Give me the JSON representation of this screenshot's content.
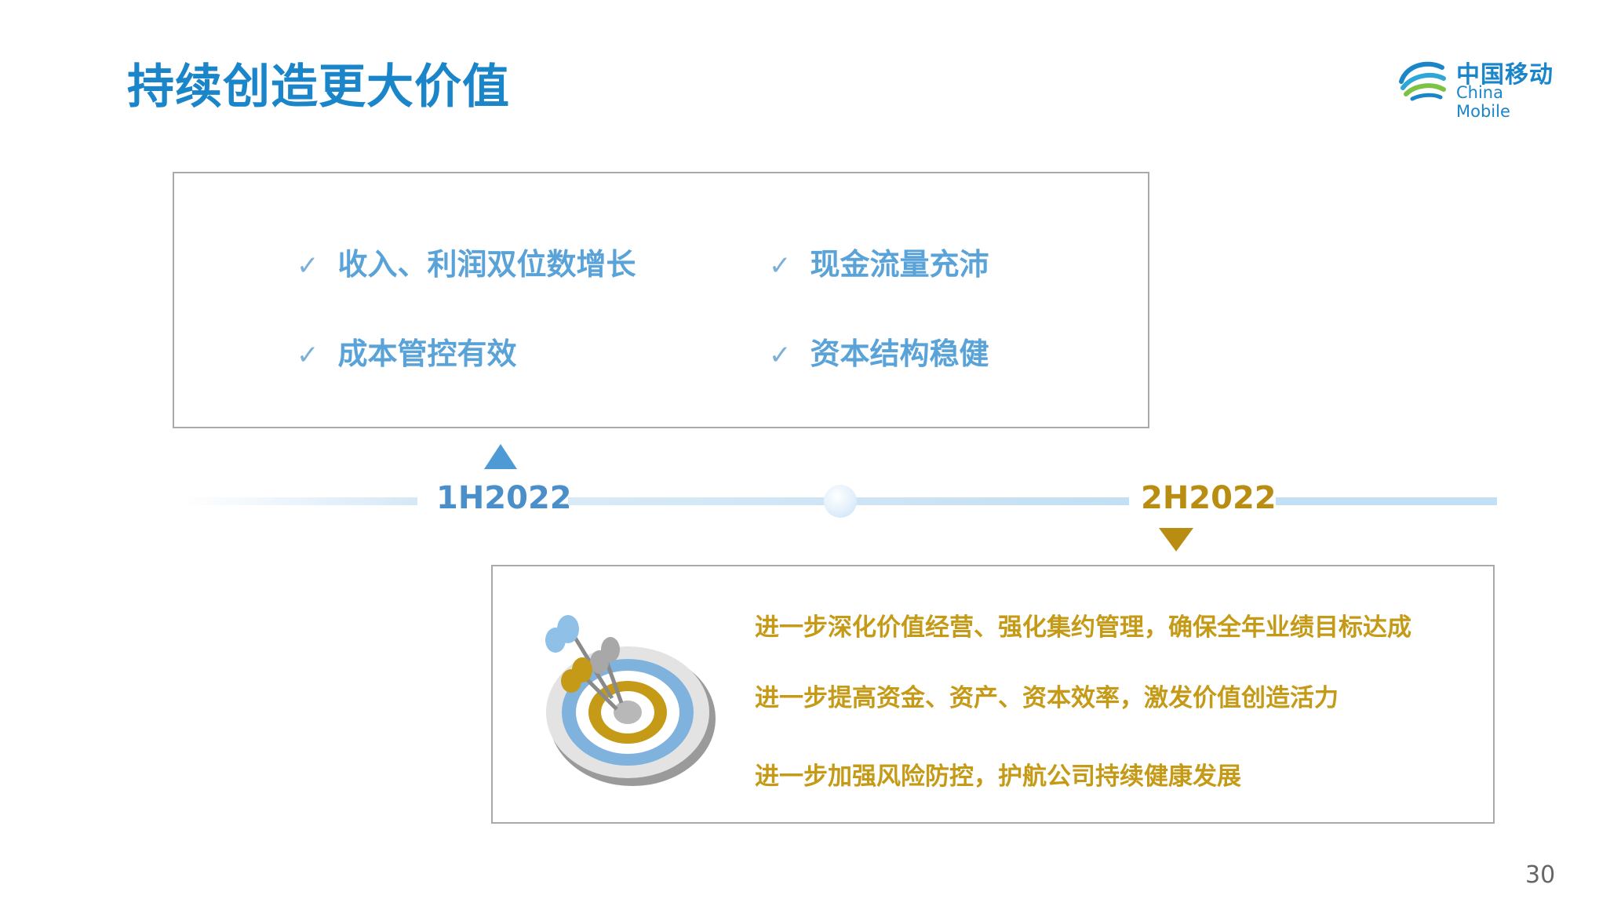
{
  "title": "持续创造更大价值",
  "logo": {
    "cn": "中国移动",
    "en": "China Mobile"
  },
  "top_items": [
    "收入、利润双位数增长",
    "现金流量充沛",
    "成本管控有效",
    "资本结构稳健"
  ],
  "check_mark": "✓",
  "timeline": {
    "first": "1H2022",
    "second": "2H2022"
  },
  "goals": [
    "进一步深化价值经营、强化集约管理，确保全年业绩目标达成",
    "进一步提高资金、资产、资本效率，激发价值创造活力",
    "进一步加强风险防控，护航公司持续健康发展"
  ],
  "page_number": "30",
  "colors": {
    "title_blue": "#1a86c9",
    "item_blue": "#5aa3d8",
    "gold": "#c59a16",
    "border_gray": "#a9a9a9"
  }
}
